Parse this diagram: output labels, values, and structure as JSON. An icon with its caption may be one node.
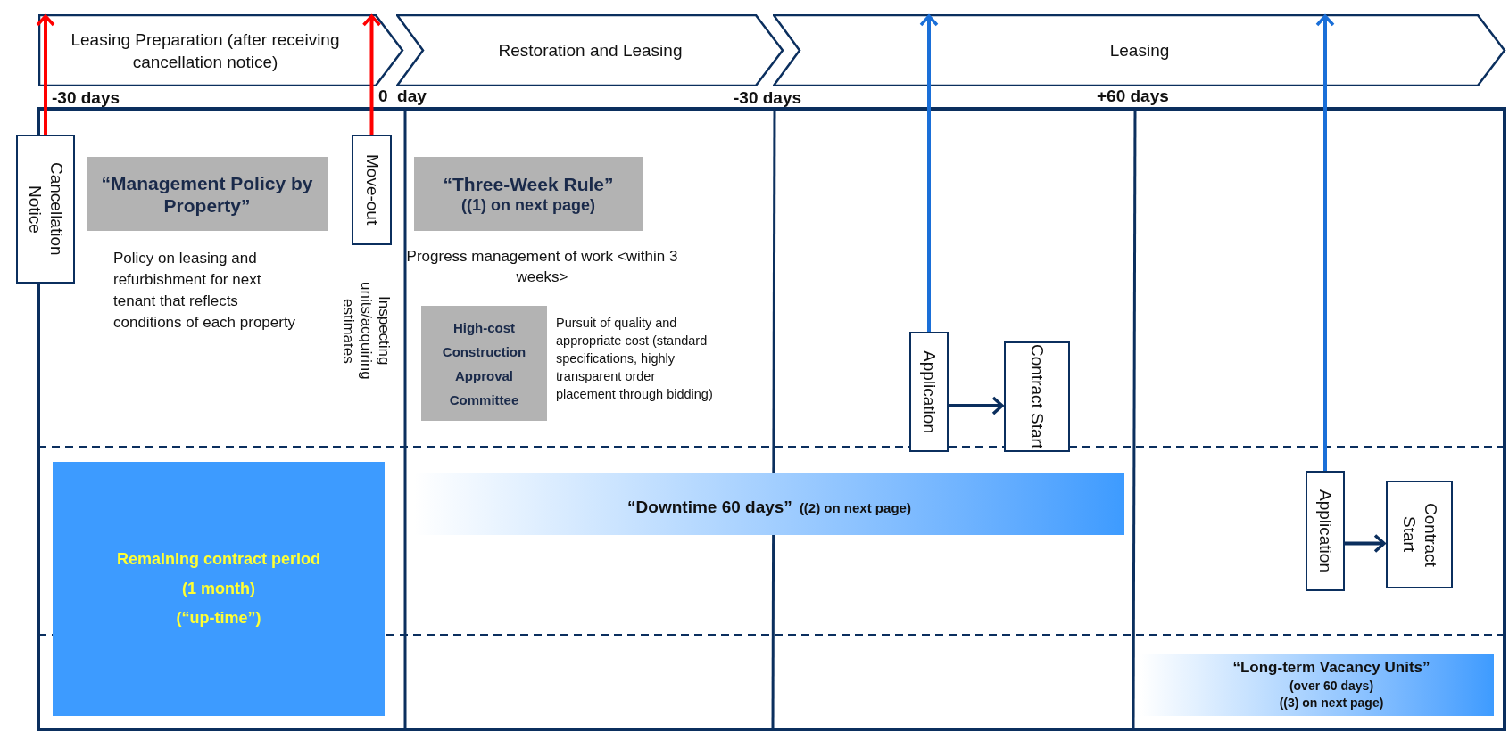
{
  "diagram": {
    "nodes": [
      {
        "text": [
          "Leasing Preparation (after receiving cancellation notice)"
        ]
      },
      {
        "text": [
          "Restoration and Leasing"
        ]
      },
      {
        "text": [
          "Leasing"
        ]
      },
      {
        "text": [
          "Cancellation Notice"
        ]
      },
      {
        "text": [
          "“Management Policy by Property”"
        ],
        "beside": [
          "Policy on leasing and refurbishment for next tenant that reflects conditions of each property"
        ]
      },
      {
        "text": [
          "Move-out"
        ],
        "beside": [
          "Inspecting units/acquiring estimates"
        ]
      },
      {
        "text": [
          "“Three-Week Rule”",
          "((1) on next page)"
        ],
        "beside": [
          "Progress management of work <within 3 weeks>"
        ]
      },
      {
        "text": [
          "High-cost Construction Approval Committee"
        ],
        "beside": [
          "Pursuit of quality and appropriate cost (standard specifications, highly transparent order placement through bidding)"
        ]
      },
      {
        "text": [
          "Application"
        ]
      },
      {
        "text": [
          "Contract Start"
        ]
      },
      {
        "text": [
          "Remaining contract period",
          "(1 month)",
          "(“up-time”)"
        ]
      },
      {
        "text": [
          "“Downtime 60 days”",
          "((2) on next page)"
        ]
      },
      {
        "text": [
          "Application"
        ]
      },
      {
        "text": [
          "Contract Start"
        ]
      },
      {
        "text": [
          "“Long-term Vacancy Units”",
          "(over 60 days)",
          "((3) on next page)"
        ]
      }
    ],
    "edges": [
      {
        "from": 3,
        "to": 0,
        "arrow": "to",
        "color": "#ff0000"
      },
      {
        "from": 5,
        "to": 0,
        "arrow": "to",
        "color": "#ff0000"
      },
      {
        "from": 8,
        "to": 2,
        "arrow": "to",
        "color": "#1a6fd8"
      },
      {
        "from": 12,
        "to": 2,
        "arrow": "to",
        "color": "#1a6fd8"
      },
      {
        "from": 8,
        "to": 9,
        "arrow": "to",
        "color": "#0b2f5e"
      },
      {
        "from": 12,
        "to": 13,
        "arrow": "to",
        "color": "#0b2f5e"
      }
    ],
    "labels": [
      "-30 days",
      "0  day",
      "-30 days",
      "+60 days"
    ]
  }
}
